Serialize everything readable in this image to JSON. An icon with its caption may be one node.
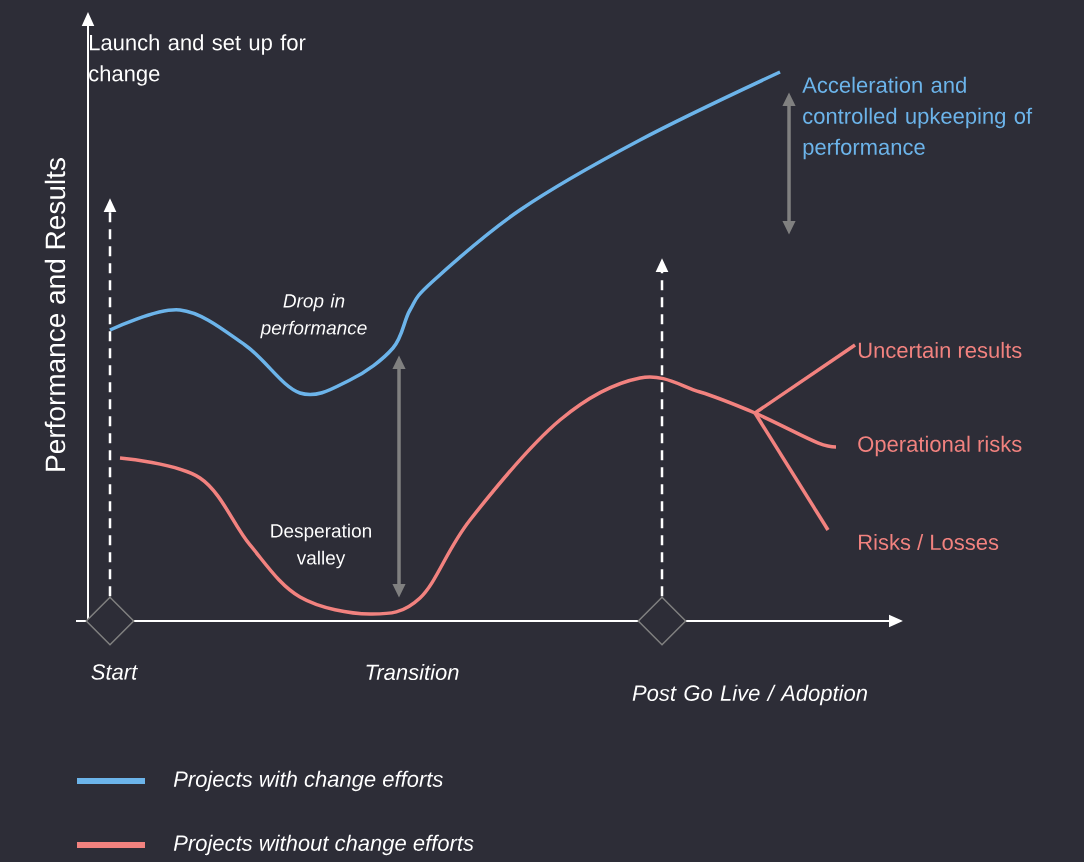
{
  "diagram": {
    "nodes": [
      {
        "text": [],
        "shape": "diamond",
        "beside": [
          "Start"
        ]
      },
      {
        "text": [],
        "shape": "diamond",
        "beside": [
          "Post Go Live / Adoption"
        ]
      }
    ],
    "edges": [
      {
        "from": 0,
        "to": null,
        "arrow": "to",
        "style": "dashed"
      },
      {
        "from": 1,
        "to": null,
        "arrow": "to",
        "style": "dashed"
      }
    ],
    "labels": [
      "Performance and Results",
      "Launch and set up for change",
      "Drop in performance",
      "Desperation valley",
      "Acceleration and controlled upkeeping of performance",
      "Uncertain results",
      "Operational risks",
      "Risks / Losses",
      "Transition"
    ],
    "legend": [
      {
        "text": "Projects with change efforts",
        "color": "#6cb4ea"
      },
      {
        "text": "Projects without change efforts",
        "color": "#f2827f"
      }
    ]
  }
}
